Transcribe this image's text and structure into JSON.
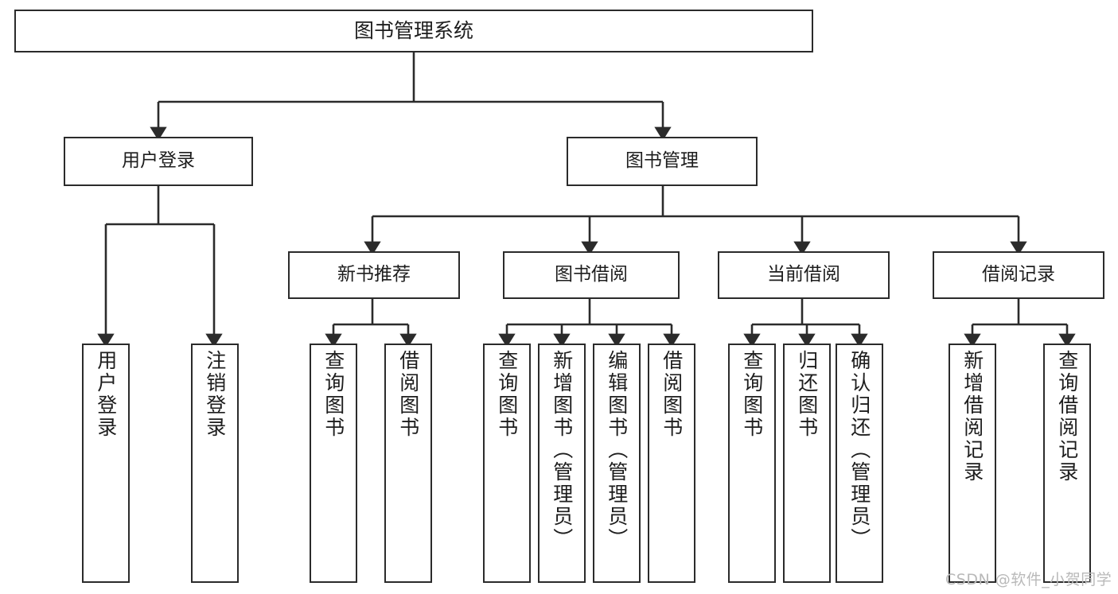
{
  "diagram": {
    "type": "tree-hierarchy",
    "title": "图书管理系统",
    "root": {
      "id": "root",
      "label": "图书管理系统"
    },
    "level2": [
      {
        "id": "user-login",
        "label": "用户登录"
      },
      {
        "id": "book-manage",
        "label": "图书管理"
      }
    ],
    "level3": [
      {
        "id": "new-book-recommend",
        "label": "新书推荐",
        "parent": "book-manage"
      },
      {
        "id": "book-borrow",
        "label": "图书借阅",
        "parent": "book-manage"
      },
      {
        "id": "current-borrow",
        "label": "当前借阅",
        "parent": "book-manage"
      },
      {
        "id": "borrow-record",
        "label": "借阅记录",
        "parent": "book-manage"
      }
    ],
    "leaves": [
      {
        "id": "leaf-user-login",
        "label": "用户登录",
        "parent": "user-login"
      },
      {
        "id": "leaf-user-logout",
        "label": "注销登录",
        "parent": "user-login"
      },
      {
        "id": "leaf-query-book-1",
        "label": "查询图书",
        "parent": "new-book-recommend"
      },
      {
        "id": "leaf-borrow-book-1",
        "label": "借阅图书",
        "parent": "new-book-recommend"
      },
      {
        "id": "leaf-query-book-2",
        "label": "查询图书",
        "parent": "book-borrow"
      },
      {
        "id": "leaf-add-book",
        "label": "新增图书（管理员）",
        "parent": "book-borrow"
      },
      {
        "id": "leaf-edit-book",
        "label": "编辑图书（管理员）",
        "parent": "book-borrow"
      },
      {
        "id": "leaf-borrow-book-2",
        "label": "借阅图书",
        "parent": "book-borrow"
      },
      {
        "id": "leaf-query-book-3",
        "label": "查询图书",
        "parent": "current-borrow"
      },
      {
        "id": "leaf-return-book",
        "label": "归还图书",
        "parent": "current-borrow"
      },
      {
        "id": "leaf-confirm-return",
        "label": "确认归还（管理员）",
        "parent": "current-borrow"
      },
      {
        "id": "leaf-add-record",
        "label": "新增借阅记录",
        "parent": "borrow-record"
      },
      {
        "id": "leaf-query-record",
        "label": "查询借阅记录",
        "parent": "borrow-record"
      }
    ]
  },
  "watermark": {
    "text": "CSDN @软件_小贺同学"
  },
  "colors": {
    "box_border": "#2b2b2b",
    "box_fill": "#ffffff",
    "text": "#1d1d1d",
    "edge": "#2b2b2b",
    "watermark": "#b9b9b9",
    "background": "#ffffff"
  }
}
